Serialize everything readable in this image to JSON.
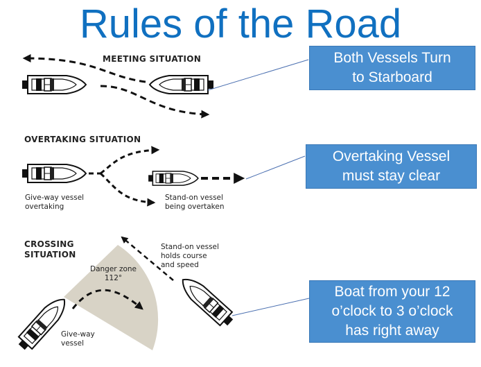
{
  "title": "Rules of the Road",
  "meeting": {
    "label": "MEETING SITUATION",
    "callout_line1": "Both Vessels Turn",
    "callout_line2": "to Starboard"
  },
  "overtaking": {
    "label": "OVERTAKING SITUATION",
    "give_way_line1": "Give-way vessel",
    "give_way_line2": "overtaking",
    "stand_on_line1": "Stand-on vessel",
    "stand_on_line2": "being overtaken",
    "callout_line1": "Overtaking Vessel",
    "callout_line2": "must stay clear"
  },
  "crossing": {
    "label_line1": "CROSSING",
    "label_line2": "SITUATION",
    "danger_line1": "Danger zone",
    "danger_line2": "112°",
    "stand_on_line1": "Stand-on vessel",
    "stand_on_line2": "holds course",
    "stand_on_line3": "and speed",
    "give_way_line1": "Give-way",
    "give_way_line2": "vessel",
    "callout_line1": "Boat from your 12",
    "callout_line2": "o’clock to 3 o’clock",
    "callout_line3": "has right away"
  },
  "colors": {
    "title": "#1070c0",
    "callout_bg": "#4a8fd0",
    "danger_zone": "#d8d3c6",
    "leader_line": "#4a6fb0"
  }
}
